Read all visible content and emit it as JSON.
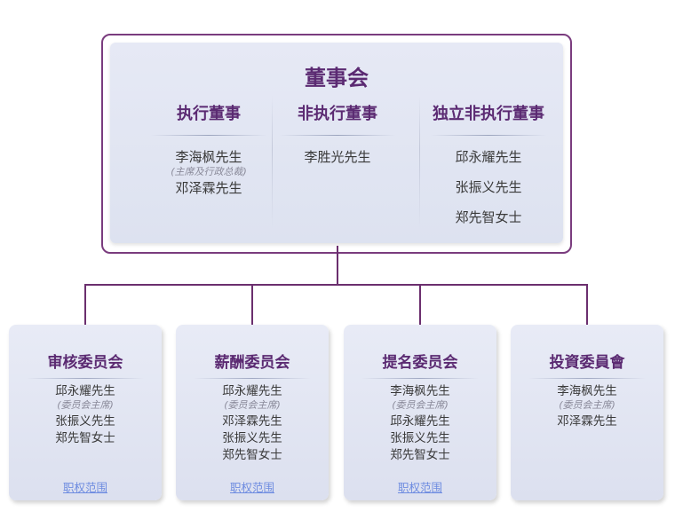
{
  "board": {
    "title": "董事会",
    "groups": [
      {
        "heading": "执行董事",
        "members": [
          {
            "name": "李海枫先生",
            "role": "(主席及行政总裁)"
          },
          {
            "name": "邓泽霖先生",
            "role": ""
          }
        ]
      },
      {
        "heading": "非执行董事",
        "members": [
          {
            "name": "李胜光先生",
            "role": ""
          }
        ]
      },
      {
        "heading": "独立非执行董事",
        "members": [
          {
            "name": "邱永耀先生",
            "role": ""
          },
          {
            "name": "张振义先生",
            "role": ""
          },
          {
            "name": "郑先智女士",
            "role": ""
          }
        ]
      }
    ]
  },
  "committees": [
    {
      "title": "审核委员会",
      "members": [
        {
          "name": "邱永耀先生",
          "role": "(委员会主席)"
        },
        {
          "name": "张振义先生",
          "role": ""
        },
        {
          "name": "郑先智女士",
          "role": ""
        }
      ],
      "link": "职权范围"
    },
    {
      "title": "薪酬委员会",
      "members": [
        {
          "name": "邱永耀先生",
          "role": "(委员会主席)"
        },
        {
          "name": "邓泽霖先生",
          "role": ""
        },
        {
          "name": "张振义先生",
          "role": ""
        },
        {
          "name": "郑先智女士",
          "role": ""
        }
      ],
      "link": "职权范围"
    },
    {
      "title": "提名委员会",
      "members": [
        {
          "name": "李海枫先生",
          "role": "(委员会主席)"
        },
        {
          "name": "邱永耀先生",
          "role": ""
        },
        {
          "name": "张振义先生",
          "role": ""
        },
        {
          "name": "郑先智女士",
          "role": ""
        }
      ],
      "link": "职权范围"
    },
    {
      "title": "投資委員會",
      "members": [
        {
          "name": "李海枫先生",
          "role": "(委员会主席)"
        },
        {
          "name": "邓泽霖先生",
          "role": ""
        }
      ],
      "link": ""
    }
  ],
  "colors": {
    "accent": "#5b2a72",
    "connector": "#6b2f6e",
    "link": "#6d8be0",
    "panel": "#e4e7f3"
  }
}
